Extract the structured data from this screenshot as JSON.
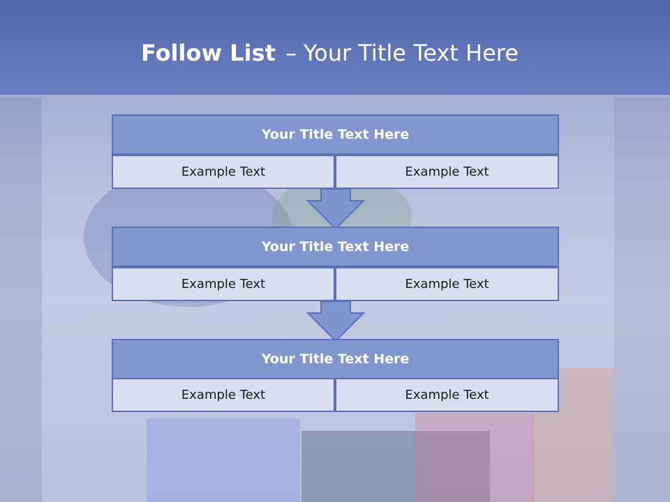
{
  "header": {
    "title_bold": "Follow List",
    "dash": "–",
    "title_rest": "Your Title Text Here"
  },
  "blocks": [
    {
      "title": "Your Title Text Here",
      "cells": [
        "Example Text",
        "Example Text"
      ]
    },
    {
      "title": "Your Title Text Here",
      "cells": [
        "Example Text",
        "Example Text"
      ]
    },
    {
      "title": "Your Title Text Here",
      "cells": [
        "Example Text",
        "Example Text"
      ]
    }
  ],
  "colors": {
    "header": "#5f76bb",
    "title_fill": "#8096cf",
    "cell_fill": "#d9def0",
    "border": "#5a72b8",
    "arrow_fill": "#7f95cf"
  },
  "icons": [
    "arrow-down-icon"
  ]
}
